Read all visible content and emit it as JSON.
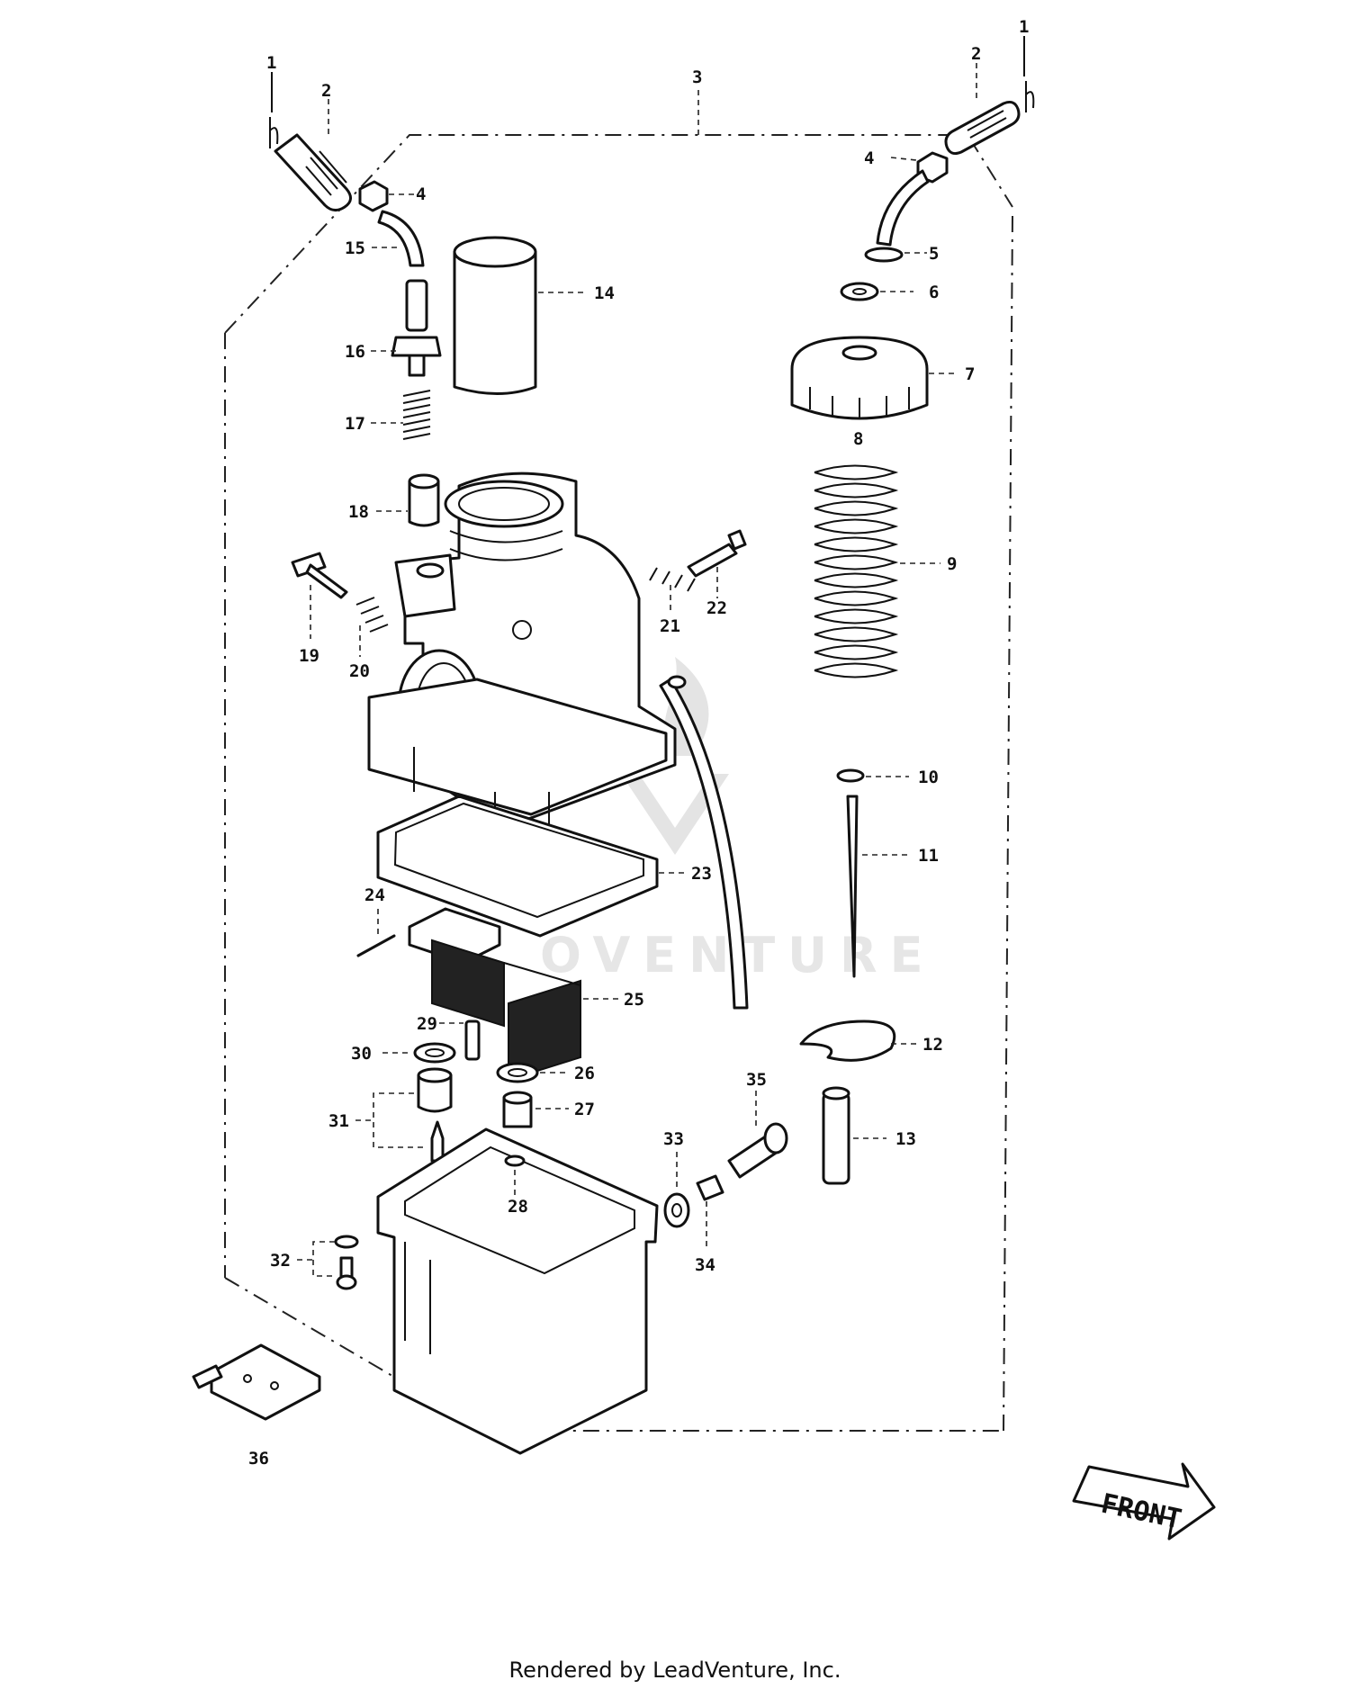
{
  "diagram": {
    "credit": "Rendered by LeadVenture, Inc.",
    "direction_label": "FRONT",
    "watermark": "OVENTURE",
    "callouts": [
      {
        "id": "c1a",
        "text": "1"
      },
      {
        "id": "c1b",
        "text": "1"
      },
      {
        "id": "c2a",
        "text": "2"
      },
      {
        "id": "c2b",
        "text": "2"
      },
      {
        "id": "c3",
        "text": "3"
      },
      {
        "id": "c4a",
        "text": "4"
      },
      {
        "id": "c4b",
        "text": "4"
      },
      {
        "id": "c5",
        "text": "5"
      },
      {
        "id": "c6",
        "text": "6"
      },
      {
        "id": "c7",
        "text": "7"
      },
      {
        "id": "c8",
        "text": "8"
      },
      {
        "id": "c9",
        "text": "9"
      },
      {
        "id": "c10",
        "text": "10"
      },
      {
        "id": "c11",
        "text": "11"
      },
      {
        "id": "c12",
        "text": "12"
      },
      {
        "id": "c13",
        "text": "13"
      },
      {
        "id": "c14",
        "text": "14"
      },
      {
        "id": "c15",
        "text": "15"
      },
      {
        "id": "c16",
        "text": "16"
      },
      {
        "id": "c17",
        "text": "17"
      },
      {
        "id": "c18",
        "text": "18"
      },
      {
        "id": "c19",
        "text": "19"
      },
      {
        "id": "c20",
        "text": "20"
      },
      {
        "id": "c21",
        "text": "21"
      },
      {
        "id": "c22",
        "text": "22"
      },
      {
        "id": "c23",
        "text": "23"
      },
      {
        "id": "c24",
        "text": "24"
      },
      {
        "id": "c25",
        "text": "25"
      },
      {
        "id": "c26",
        "text": "26"
      },
      {
        "id": "c27",
        "text": "27"
      },
      {
        "id": "c28",
        "text": "28"
      },
      {
        "id": "c29",
        "text": "29"
      },
      {
        "id": "c30",
        "text": "30"
      },
      {
        "id": "c31",
        "text": "31"
      },
      {
        "id": "c32",
        "text": "32"
      },
      {
        "id": "c33",
        "text": "33"
      },
      {
        "id": "c34",
        "text": "34"
      },
      {
        "id": "c35",
        "text": "35"
      },
      {
        "id": "c36",
        "text": "36"
      }
    ]
  }
}
